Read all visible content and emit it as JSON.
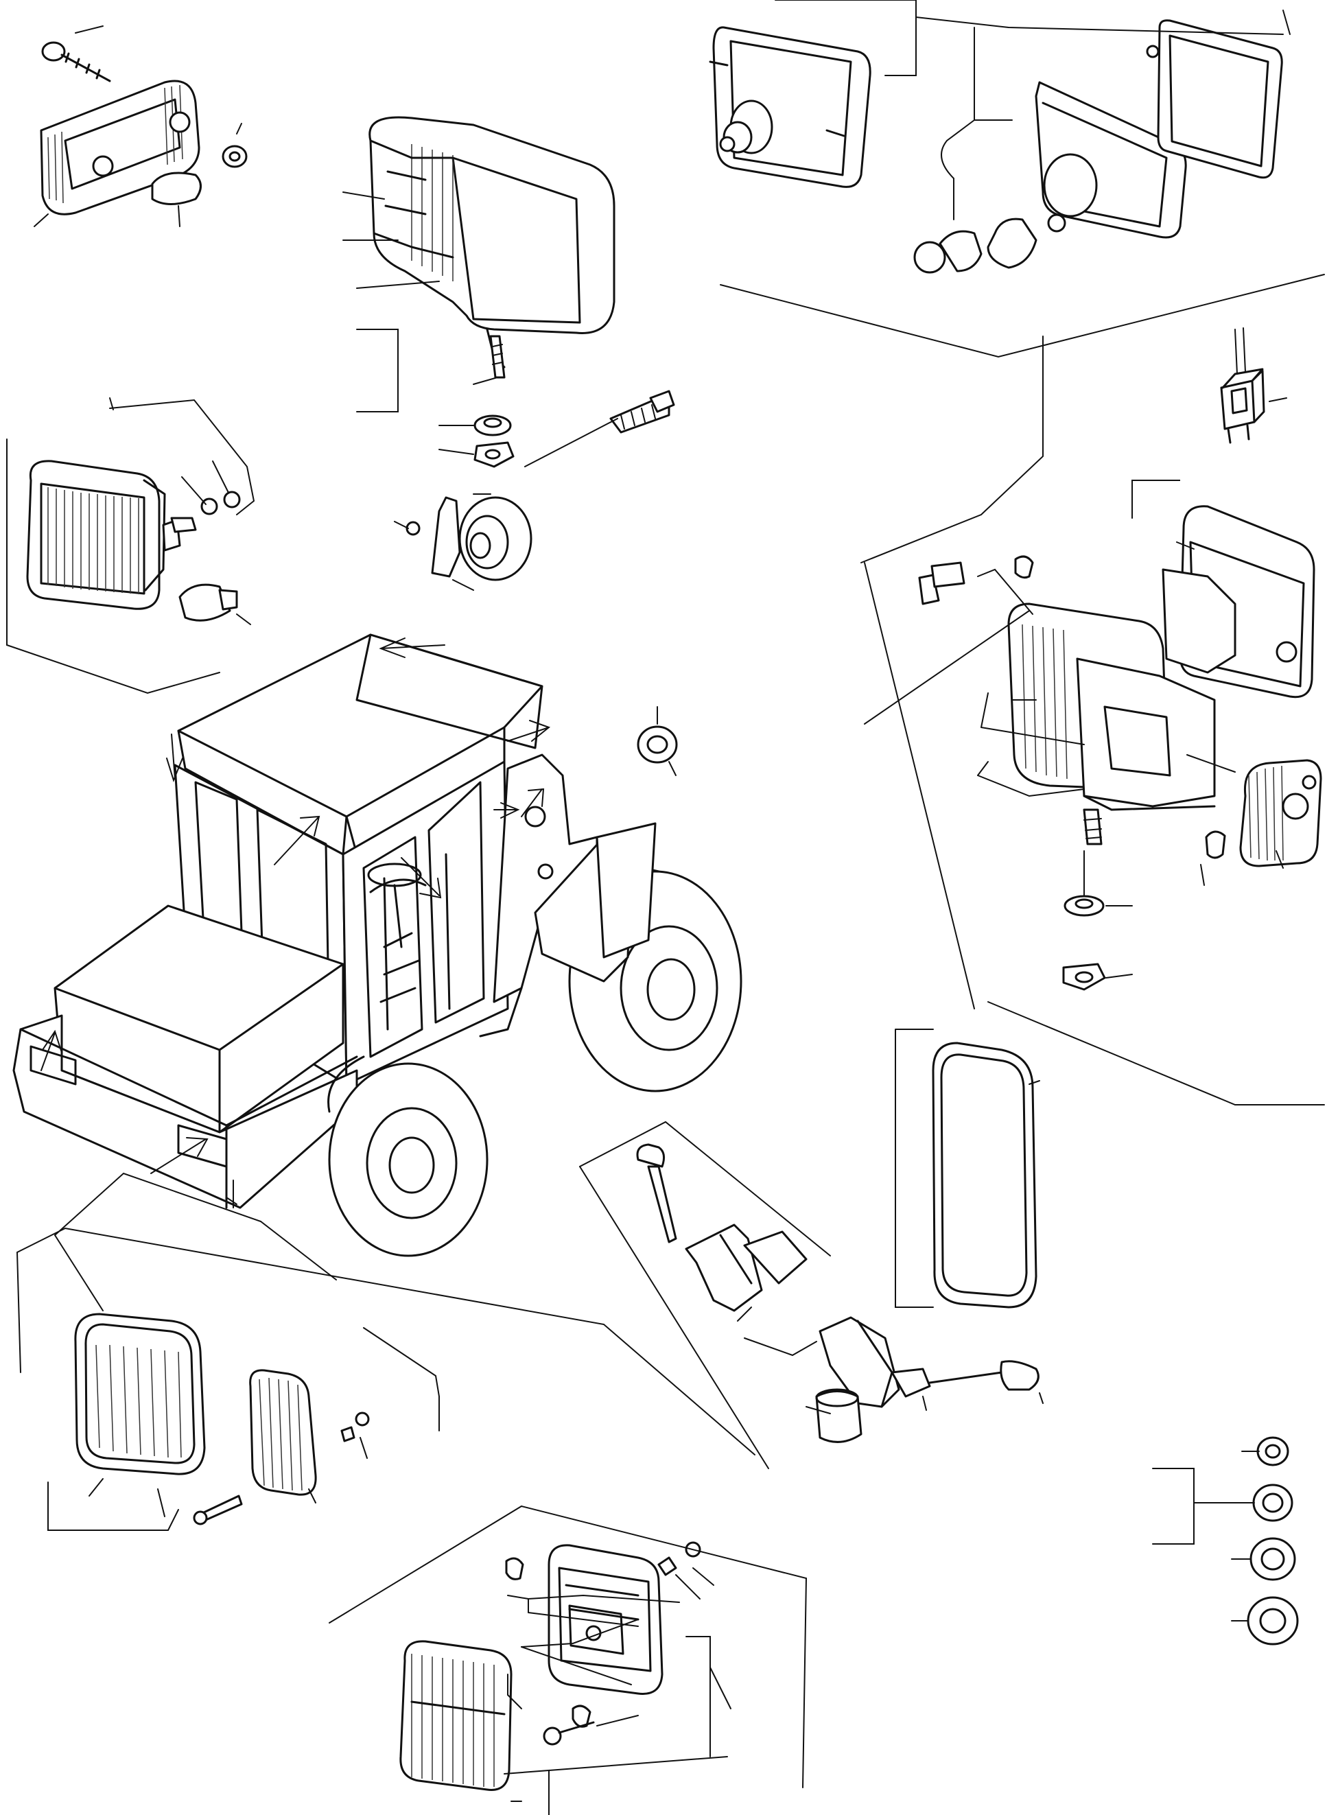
{
  "diagram": {
    "background": "#ffffff",
    "ink": "#111111",
    "groups": [
      {
        "id": "cab-side-marker-lamp"
      },
      {
        "id": "cab-front-work-lamp"
      },
      {
        "id": "headlamp-pair"
      },
      {
        "id": "horn-and-fasteners"
      },
      {
        "id": "rear-work-lamp"
      },
      {
        "id": "cab-roof-lamp-assembly"
      },
      {
        "id": "relay"
      },
      {
        "id": "loader-machine"
      },
      {
        "id": "rear-view-mirror"
      },
      {
        "id": "combination-switch"
      },
      {
        "id": "rear-tail-lamps"
      },
      {
        "id": "rear-combination-lamp"
      },
      {
        "id": "rubber-grommets"
      }
    ]
  }
}
